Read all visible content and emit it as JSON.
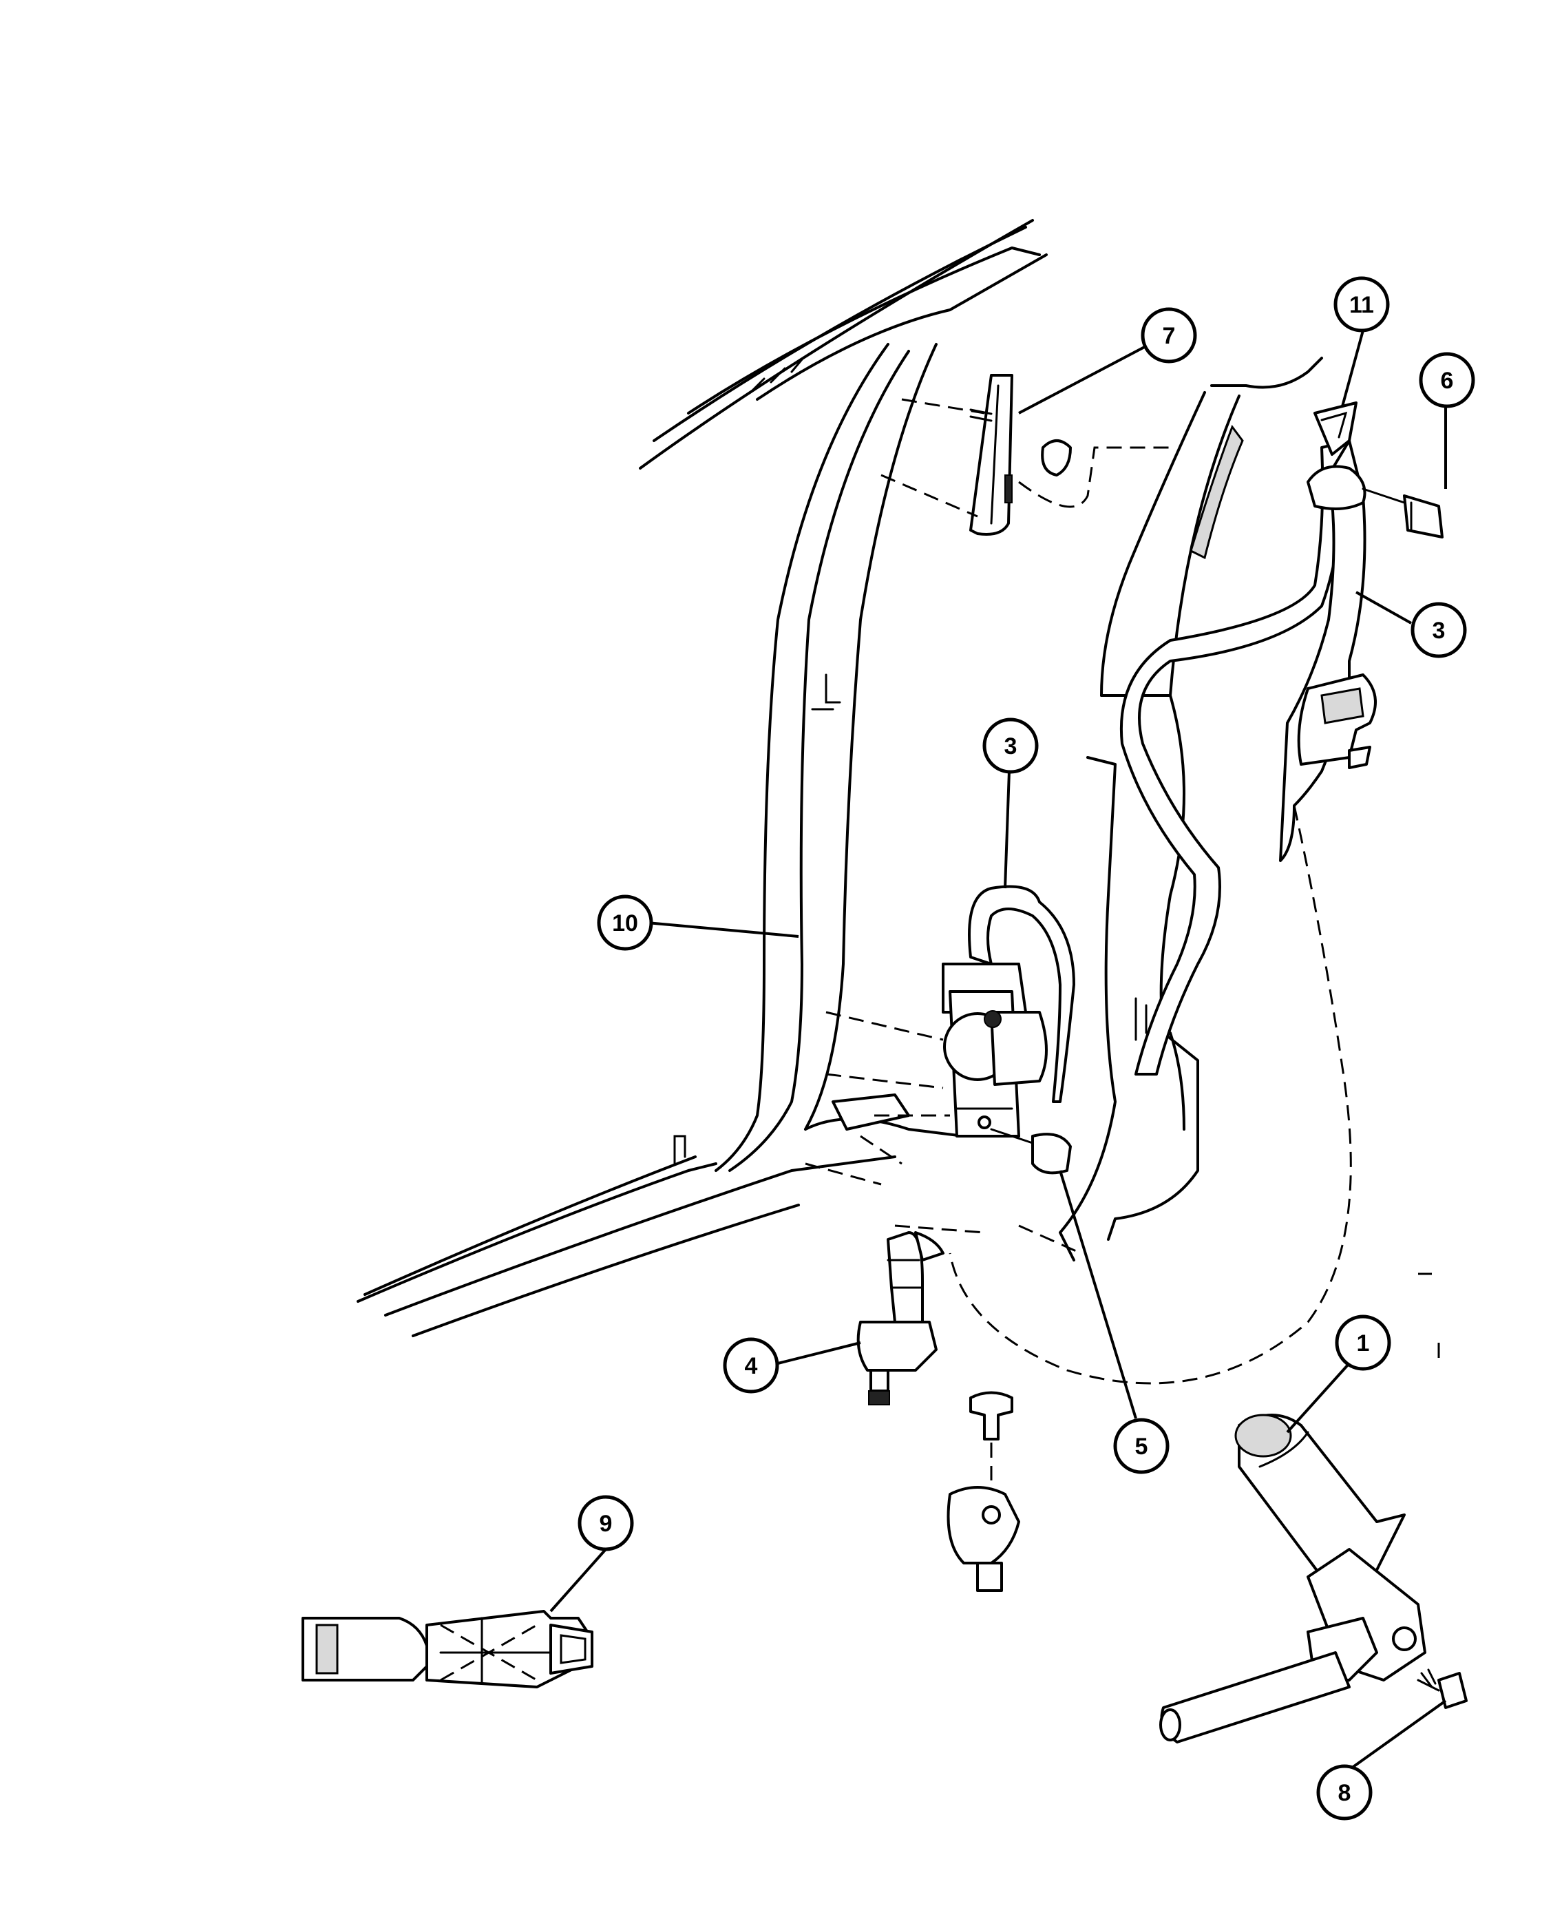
{
  "callouts": {
    "c1": "1",
    "c3a": "3",
    "c3b": "3",
    "c4": "4",
    "c5": "5",
    "c6": "6",
    "c7": "7",
    "c8": "8",
    "c9": "9",
    "c10": "10",
    "c11": "11"
  }
}
